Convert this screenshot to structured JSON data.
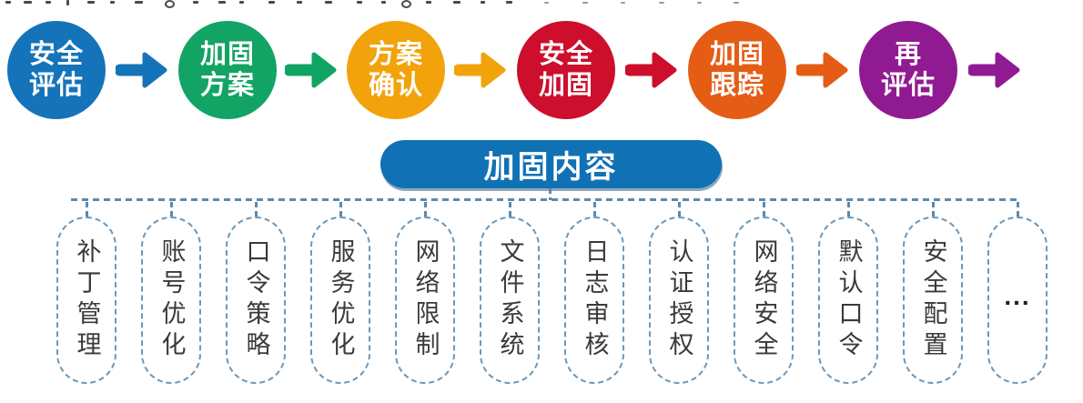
{
  "flow": {
    "steps": [
      {
        "line1": "安全",
        "line2": "评估",
        "color": "#1573ba"
      },
      {
        "line1": "加固",
        "line2": "方案",
        "color": "#12a464"
      },
      {
        "line1": "方案",
        "line2": "确认",
        "color": "#f2a30c"
      },
      {
        "line1": "安全",
        "line2": "加固",
        "color": "#cd0e2c"
      },
      {
        "line1": "加固",
        "line2": "跟踪",
        "color": "#e55c14"
      },
      {
        "line1": "再",
        "line2": "评估",
        "color": "#901a92"
      }
    ],
    "arrow_colors": [
      "#1573ba",
      "#12a464",
      "#f2a30c",
      "#cd0e2c",
      "#e55c14",
      "#901a92"
    ]
  },
  "banner": {
    "label": "加固内容",
    "background": "#1171b5"
  },
  "hardening": {
    "items": [
      "补丁管理",
      "账号优化",
      "口令策略",
      "服务优化",
      "网络限制",
      "文件系统",
      "日志审核",
      "认证授权",
      "网络安全",
      "默认口令",
      "安全配置",
      "..."
    ]
  },
  "connector_color": "#5d89ab"
}
